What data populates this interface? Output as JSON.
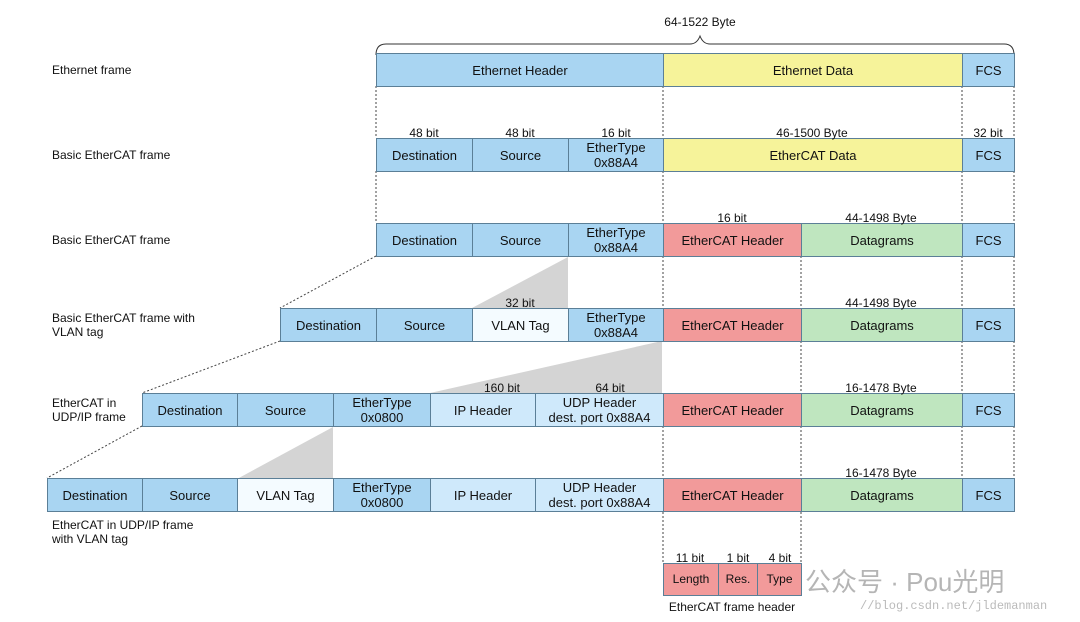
{
  "frame_size": "64-1522 Byte",
  "rows": [
    {
      "label": "Ethernet frame",
      "bits": [
        "",
        "",
        "",
        ""
      ],
      "fields": [
        "Ethernet Header",
        "Ethernet Data",
        "FCS"
      ]
    },
    {
      "label": "Basic EtherCAT frame",
      "bits": [
        "48 bit",
        "48 bit",
        "16 bit",
        "46-1500 Byte",
        "32 bit"
      ],
      "fields": [
        "Destination",
        "Source",
        "EtherType\n0x88A4",
        "EtherCAT Data",
        "FCS"
      ]
    },
    {
      "label": "Basic EtherCAT frame",
      "bits": [
        "16 bit",
        "44-1498 Byte"
      ],
      "fields": [
        "Destination",
        "Source",
        "EtherType\n0x88A4",
        "EtherCAT Header",
        "Datagrams",
        "FCS"
      ]
    },
    {
      "label": "Basic EtherCAT frame with\nVLAN tag",
      "bits": [
        "32 bit",
        "44-1498 Byte"
      ],
      "fields": [
        "Destination",
        "Source",
        "VLAN Tag",
        "EtherType\n0x88A4",
        "EtherCAT Header",
        "Datagrams",
        "FCS"
      ]
    },
    {
      "label": "EtherCAT in\nUDP/IP frame",
      "bits": [
        "160 bit",
        "64 bit",
        "16-1478 Byte"
      ],
      "fields": [
        "Destination",
        "Source",
        "EtherType\n0x0800",
        "IP Header",
        "UDP Header\ndest. port 0x88A4",
        "EtherCAT Header",
        "Datagrams",
        "FCS"
      ]
    },
    {
      "label": "EtherCAT in UDP/IP frame\nwith VLAN tag",
      "bits": [
        "16-1478 Byte"
      ],
      "fields": [
        "Destination",
        "Source",
        "VLAN Tag",
        "EtherType\n0x0800",
        "IP Header",
        "UDP Header\ndest. port 0x88A4",
        "EtherCAT Header",
        "Datagrams",
        "FCS"
      ]
    }
  ],
  "header_detail": {
    "bits": [
      "11 bit",
      "1 bit",
      "4 bit"
    ],
    "fields": [
      "Length",
      "Res.",
      "Type"
    ],
    "caption": "EtherCAT frame header"
  },
  "watermark": {
    "text": "公众号 · Pou光明",
    "url": "//blog.csdn.net/jldemanman"
  }
}
